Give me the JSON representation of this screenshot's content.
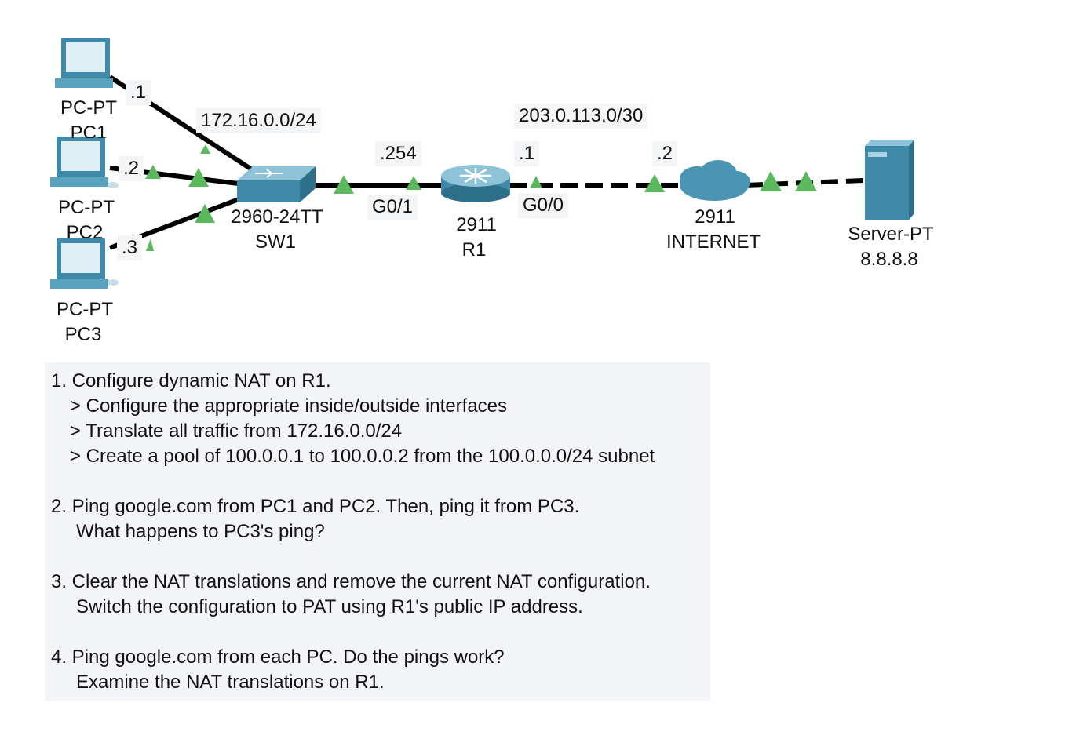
{
  "devices": {
    "pc1": {
      "model": "PC-PT",
      "name": "PC1"
    },
    "pc2": {
      "model": "PC-PT",
      "name": "PC2"
    },
    "pc3": {
      "model": "PC-PT",
      "name": "PC3"
    },
    "sw1": {
      "model": "2960-24TT",
      "name": "SW1"
    },
    "r1": {
      "model": "2911",
      "name": "R1"
    },
    "internet": {
      "model": "2911",
      "name": "INTERNET"
    },
    "server": {
      "model": "Server-PT",
      "name": "8.8.8.8"
    }
  },
  "labels": {
    "lan_subnet": "172.16.0.0/24",
    "wan_subnet": "203.0.113.0/30",
    "pc1_host": ".1",
    "pc2_host": ".2",
    "pc3_host": ".3",
    "r1_lan_host": ".254",
    "r1_lan_intf": "G0/1",
    "r1_wan_host": ".1",
    "r1_wan_intf": "G0/0",
    "internet_host": ".2"
  },
  "colors": {
    "link": "#000000",
    "link_up": "#5cb85c",
    "device": "#4a95b3"
  },
  "tasks": [
    {
      "lines": [
        "1. Configure dynamic NAT on R1."
      ],
      "sub": [
        "> Configure the appropriate inside/outside interfaces",
        "> Translate all traffic from 172.16.0.0/24",
        "> Create a pool of 100.0.0.1 to 100.0.0.2 from the 100.0.0.0/24 subnet"
      ]
    },
    {
      "lines": [
        "2. Ping google.com from PC1 and PC2.  Then, ping it from PC3."
      ],
      "cont": [
        "What happens to PC3's ping?"
      ]
    },
    {
      "lines": [
        "3. Clear the NAT translations and remove the current NAT configuration."
      ],
      "cont": [
        "Switch the configuration to PAT using R1's public IP address."
      ]
    },
    {
      "lines": [
        "4. Ping google.com from each PC.  Do the pings work?"
      ],
      "cont": [
        "Examine the NAT translations on R1."
      ]
    }
  ]
}
